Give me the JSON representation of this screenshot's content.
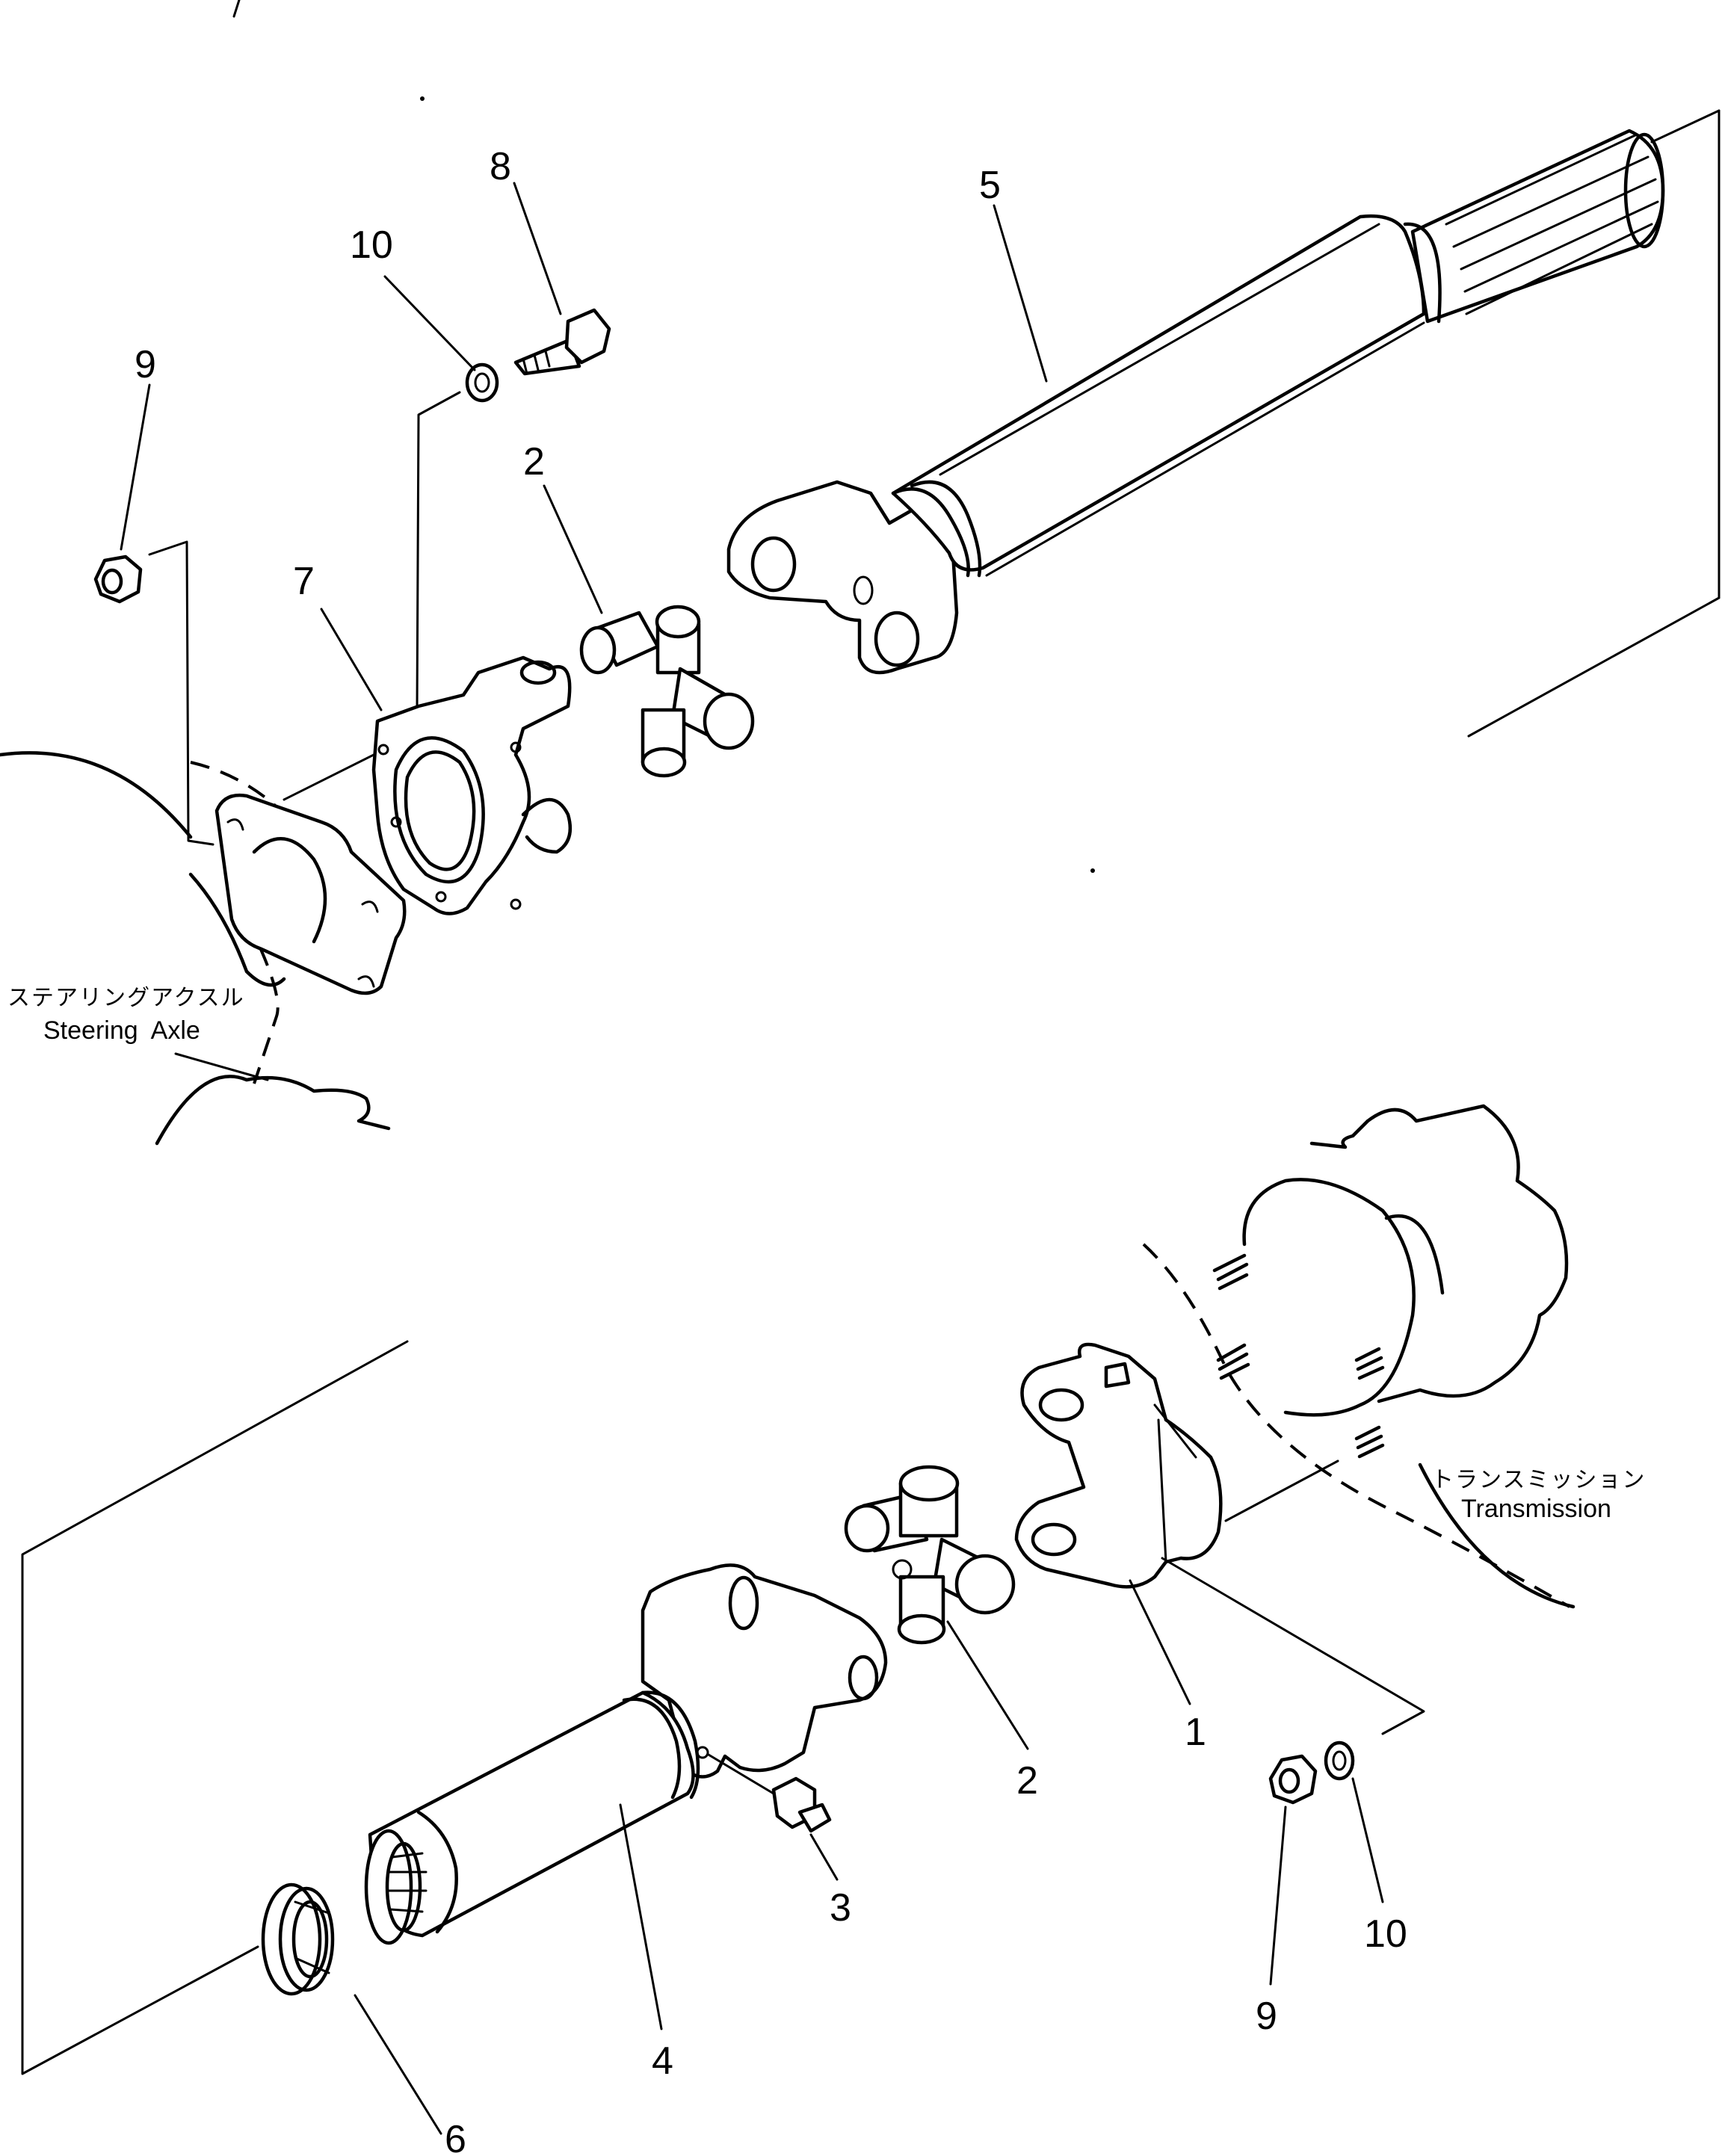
{
  "callouts": [
    {
      "id": "c1",
      "text": "1"
    },
    {
      "id": "c2a",
      "text": "2"
    },
    {
      "id": "c2b",
      "text": "2"
    },
    {
      "id": "c3",
      "text": "3"
    },
    {
      "id": "c4",
      "text": "4"
    },
    {
      "id": "c5",
      "text": "5"
    },
    {
      "id": "c6",
      "text": "6"
    },
    {
      "id": "c7",
      "text": "7"
    },
    {
      "id": "c8",
      "text": "8"
    },
    {
      "id": "c9a",
      "text": "9"
    },
    {
      "id": "c9b",
      "text": "9"
    },
    {
      "id": "c10a",
      "text": "10"
    },
    {
      "id": "c10b",
      "text": "10"
    }
  ],
  "labels": {
    "steering_axle_jp": "ステアリングアクスル",
    "steering_axle_en": "Steering  Axle",
    "transmission_jp": "トランスミッション",
    "transmission_en": "Transmission"
  }
}
